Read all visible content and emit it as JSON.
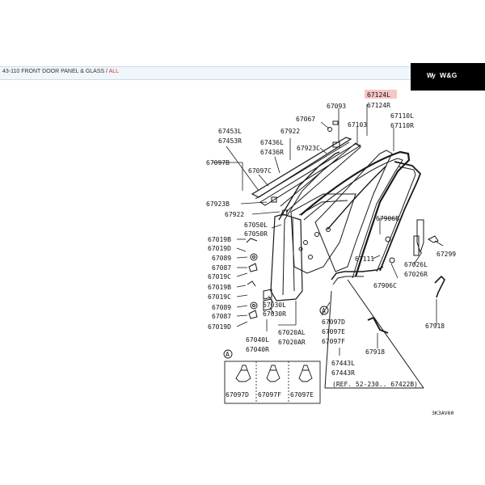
{
  "header": {
    "breadcrumb": "43-110  FRONT DOOR PANEL & GLASS",
    "separator": " / ",
    "all_link": "ALL"
  },
  "logo": {
    "mark": "Wy",
    "text": "W&G"
  },
  "colors": {
    "highlight": "#f6c6c6",
    "all_link": "#d32f2f",
    "line": "#1a1a1a"
  },
  "labels": {
    "p67124L": "67124L",
    "p67124R": "67124R",
    "p67093": "67093",
    "p67110L": "67110L",
    "p67110R": "67110R",
    "p67067": "67067",
    "p67103": "67103",
    "p67453L": "67453L",
    "p67453R": "67453R",
    "p67922a": "67922",
    "p67436L": "67436L",
    "p67436R": "67436R",
    "p67923C": "67923C",
    "p67097C": "67097C",
    "p67097B": "67097B",
    "p67923B": "67923B",
    "p67922b": "67922",
    "p67050L": "67050L",
    "p67050R": "67050R",
    "p67906B": "67906B",
    "p67019B1": "67019B",
    "p67019D1": "67019D",
    "p67089a": "67089",
    "p67087a": "67087",
    "p67019C1": "67019C",
    "p67019B2": "67019B",
    "p67019C2": "67019C",
    "p67089b": "67089",
    "p67087b": "67087",
    "p67019D2": "67019D",
    "p67299": "67299",
    "p67111": "67111",
    "p67026L": "67026L",
    "p67026R": "67026R",
    "p67906C": "67906C",
    "p67030L": "67030L",
    "p67030R": "67030R",
    "p67918a": "67918",
    "p67918b": "67918",
    "p67097D": "67097D",
    "p67097E": "67097E",
    "p67097F": "67097F",
    "p67020AL": "67020AL",
    "p67020AR": "67020AR",
    "p67040L": "67040L",
    "p67040R": "67040R",
    "p67443L": "67443L",
    "p67443R": "67443R",
    "ref_note": "(REF. 52-230.. 67422B)",
    "callout_a": "A",
    "inset_a": "A",
    "inset_d": "67097D",
    "inset_f": "67097F",
    "inset_e": "67097E",
    "diagram_code": "3K3AV60"
  }
}
